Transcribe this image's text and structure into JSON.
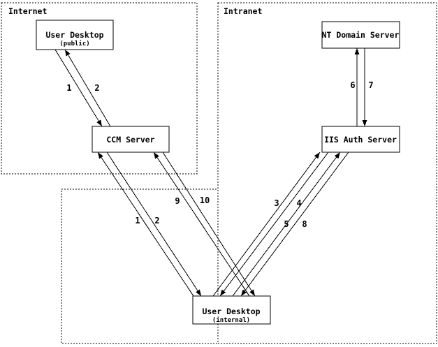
{
  "diagram": {
    "zones": {
      "internet": {
        "label": "Internet"
      },
      "intranet": {
        "label": "Intranet"
      }
    },
    "nodes": {
      "user_desktop_public": {
        "title": "User Desktop",
        "subtitle": "(public)"
      },
      "ccm_server": {
        "title": "CCM Server"
      },
      "nt_domain_server": {
        "title": "NT Domain Server"
      },
      "iis_auth_server": {
        "title": "IIS Auth Server"
      },
      "user_desktop_internal": {
        "title": "User Desktop",
        "subtitle": "(internal)"
      }
    },
    "flows": {
      "step1_public": {
        "label": "1",
        "from": "User Desktop (public)",
        "to": "CCM Server"
      },
      "step2_public": {
        "label": "2",
        "from": "CCM Server",
        "to": "User Desktop (public)"
      },
      "step1_internal": {
        "label": "1",
        "from": "User Desktop (internal)",
        "to": "CCM Server"
      },
      "step2_internal": {
        "label": "2",
        "from": "CCM Server",
        "to": "User Desktop (internal)"
      },
      "step3": {
        "label": "3",
        "from": "User Desktop (internal)",
        "to": "IIS Auth Server"
      },
      "step4": {
        "label": "4",
        "from": "IIS Auth Server",
        "to": "User Desktop (internal)"
      },
      "step5": {
        "label": "5",
        "from": "User Desktop (internal)",
        "to": "IIS Auth Server"
      },
      "step6": {
        "label": "6",
        "from": "IIS Auth Server",
        "to": "NT Domain Server"
      },
      "step7": {
        "label": "7",
        "from": "NT Domain Server",
        "to": "IIS Auth Server"
      },
      "step8": {
        "label": "8",
        "from": "IIS Auth Server",
        "to": "User Desktop (internal)"
      },
      "step9": {
        "label": "9",
        "from": "User Desktop (internal)",
        "to": "CCM Server"
      },
      "step10": {
        "label": "10",
        "from": "CCM Server",
        "to": "User Desktop (internal)"
      }
    },
    "colors": {
      "background": "#ffffff",
      "line": "#000000",
      "text": "#000000"
    }
  }
}
